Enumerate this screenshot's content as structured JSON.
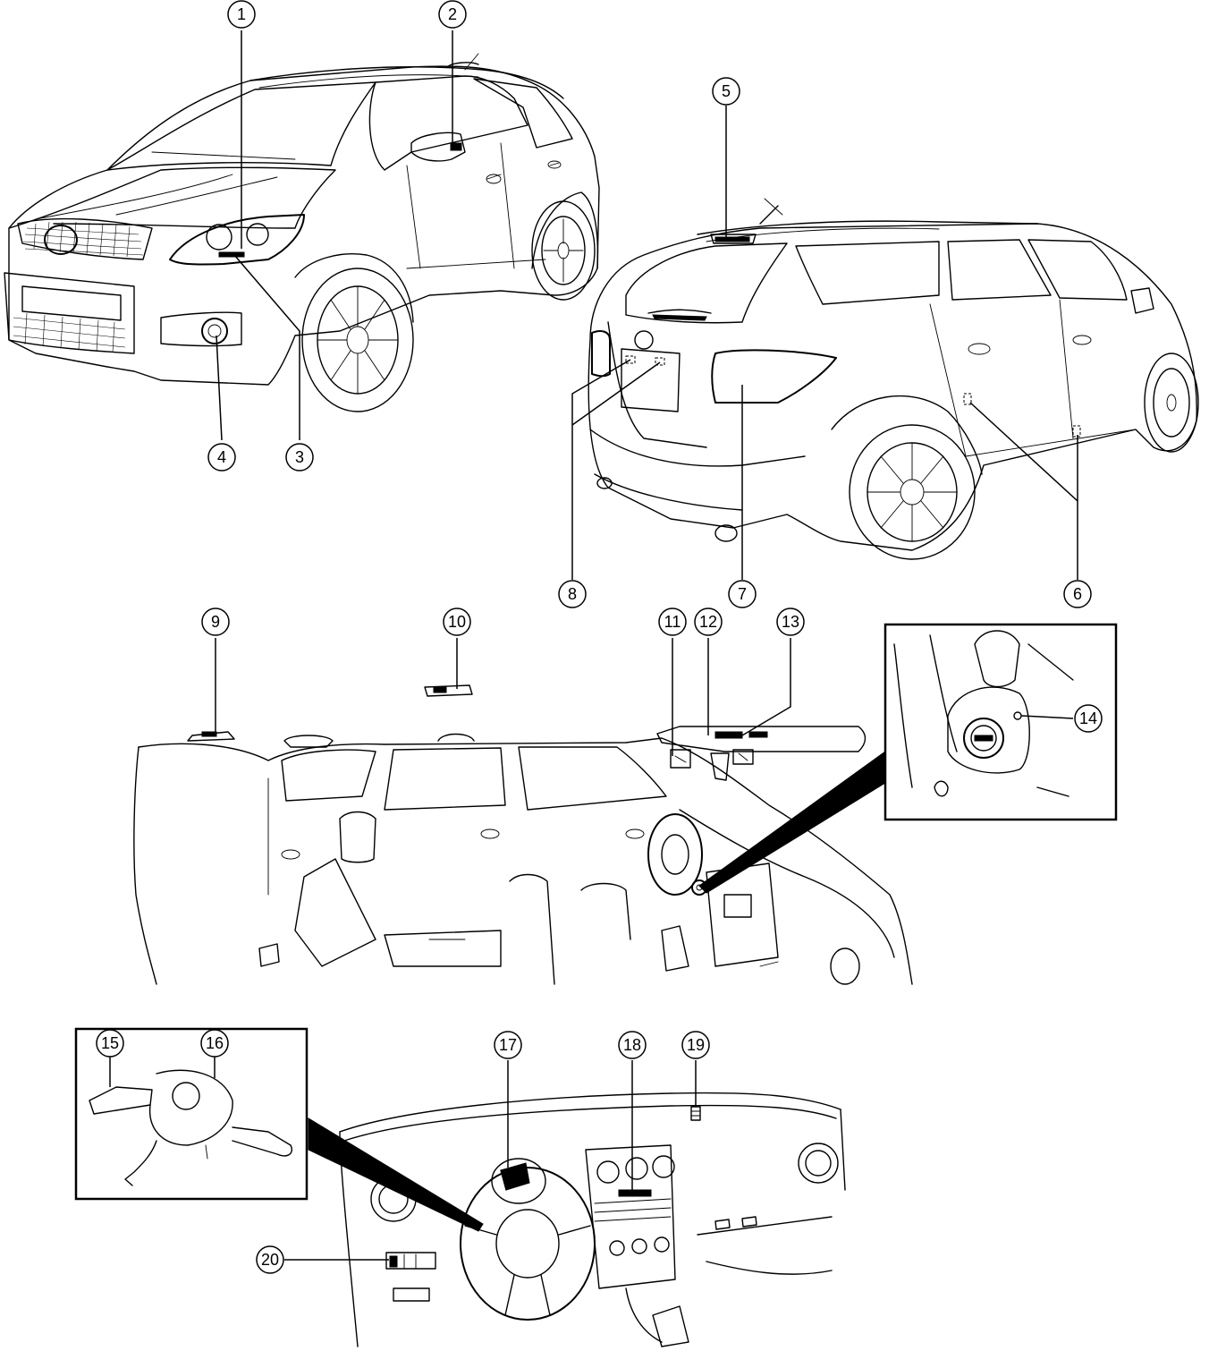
{
  "callouts": {
    "c1": "1",
    "c2": "2",
    "c3": "3",
    "c4": "4",
    "c5": "5",
    "c6": "6",
    "c7": "7",
    "c8": "8",
    "c9": "9",
    "c10": "10",
    "c11": "11",
    "c12": "12",
    "c13": "13",
    "c14": "14",
    "c15": "15",
    "c16": "16",
    "c17": "17",
    "c18": "18",
    "c19": "19",
    "c20": "20"
  },
  "style": {
    "line_color": "#000000",
    "background": "#ffffff"
  }
}
